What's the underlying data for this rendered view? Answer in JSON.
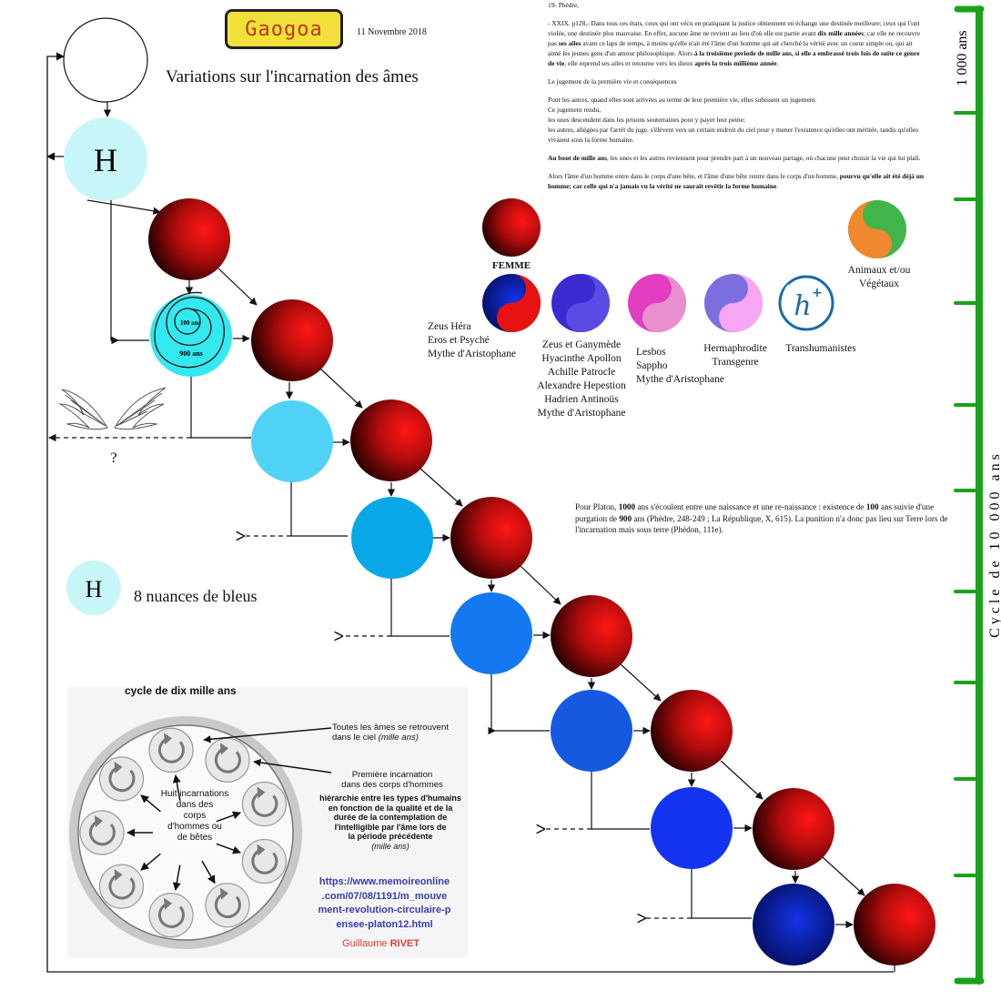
{
  "header": {
    "logo_text": "Gaogoa",
    "date": "11 Novembre 2018",
    "title": "Variations sur  l'incarnation des âmes"
  },
  "phedre": {
    "heading": "19- Phèdre,",
    "p1_a": "- XXIX. p128,- Dans tous ces états, ceux qui ont vécu en pratiquant la justice obtiennent en échange une destinée meilleure; ceux qui l'ont violée, une destinée plus mauvaise. En effet, aucune âme ne revient au lieu d'où elle est partie avant ",
    "p1_b": "dix mille années",
    "p1_c": "; car elle ne recouvre pas ",
    "p1_d": "ses ailes",
    "p1_e": " avant ce laps de temps, à moins qu'elle n'ait été l'âme d'un homme qui ait cherché la vérité avec un coeur simple ou, qui ait aimé les jeunes gens d'un amour philosophique. Alors ",
    "p1_f": "à la troisième periode de mille ans, si elle a embrassé trois fois de suite ce genre de vie",
    "p1_g": ", elle reprend ses ailes et retourne vers les dieux ",
    "p1_h": "après la trois millième année",
    "p1_i": ".",
    "p2": "Le jugement de la première vie et conséquences",
    "p3_1": "Pour les autres, quand elles sont arrivées au terme de leur première vie, elles subissent un jugement.",
    "p3_2": "Ce jugement rendu,",
    "p3_3": "les unes descendent dans les prisons souterraines pour y payer leur peine;",
    "p3_4": "les autres, allégées par l'arrêt du juge, s'élèvent vers un certain endroit du ciel pour y mener l'existence qu'elles ont méritée, tandis qu'elles vivaient sous la forme humaine.",
    "p4_a": "Au bout de mille ans",
    "p4_b": ", les unes et les autres reviennent pour prendre part à un nouveau partage, où chacune peut choisir la vie qui lui plaît.",
    "p5_a": "Alors l'âme d'un homme entre dans le corps d'une bête, et l'âme d'une bête rentre dans le corps d'un homme, ",
    "p5_b": "pourvu qu'elle ait été déjà un homme",
    "p5_c": "; car celle qui n'a jamais vu la vérité ne saurait revêtir la forme humaine",
    "p5_d": "."
  },
  "platon": {
    "a": "Pour Platon, ",
    "b": "1000",
    "c": " ans s'écoulent entre une naissance et une re-naissance : existence de ",
    "d": "100",
    "e": " ans suivie d'une purgation de ",
    "f": "900",
    "g": " ans (Phèdre, 248-249 ; La République, X, 615). La punition n'a donc pas lieu sur Terre lors de l'incarnation mais sous terre (Phédon, 111e)."
  },
  "legend": {
    "femme": "FEMME",
    "zeus_hera": [
      "Zeus Héra",
      "Eros et Psyché",
      "Mythe d'Aristophane"
    ],
    "zeus_ganymede": [
      "Zeus et  Ganymède",
      "Hyacinthe Apollon",
      "Achille Patrocle",
      "Alexandre Hepestion",
      "Hadrien Antinoüs",
      "Mythe d'Aristophane"
    ],
    "lesbos": [
      "Lesbos",
      "Sappho",
      "Mythe d'Aristophane"
    ],
    "hermaphrodite": [
      "Hermaphrodite",
      "Transgenre"
    ],
    "transhumanistes": "Transhumanistes",
    "animaux": [
      "Animaux et/ou",
      "Végétaux"
    ]
  },
  "diagram": {
    "h_letter": "H",
    "inner_100": "100 ans",
    "inner_900": "900 ans",
    "question": "?",
    "nuances": "8 nuances de bleus",
    "blues": [
      "#c8f6f8",
      "#33e8ee",
      "#4fd2f6",
      "#08a7e8",
      "#1479f0",
      "#1659e0",
      "#1434f2",
      "#031a9c"
    ]
  },
  "cycle": {
    "title": "cycle de dix mille ans",
    "ann1_a": "Toutes les âmes se retrouvent",
    "ann1_b": "dans le ciel ",
    "ann1_c": "(mille ans)",
    "ann2_a": "Première incarnation",
    "ann2_b": "dans des corps d'hommes",
    "ann3": [
      "hiérarchie entre les types d'humains",
      "en fonction de la qualité et de la",
      "durée de la contemplation de",
      "l'intelligible par l'âme lors de",
      "la période précédente"
    ],
    "ann3_last": "(mille ans)",
    "inner": [
      "Huit incarnations",
      "dans des",
      "corps",
      "d'hommes ou",
      "de bêtes"
    ],
    "url": [
      "https://www.memoireonline",
      ".com/07/08/1191/m_mouve",
      "ment-revolution-circulaire-p",
      "ensee-platon12.html"
    ],
    "author_a": "Guillaume ",
    "author_b": "RIVET"
  },
  "timeline": {
    "top_label": "1 000 ans",
    "side_label": "C y c l e   d e   1 0   0 0 0   a n s",
    "color": "#1aa31a"
  }
}
